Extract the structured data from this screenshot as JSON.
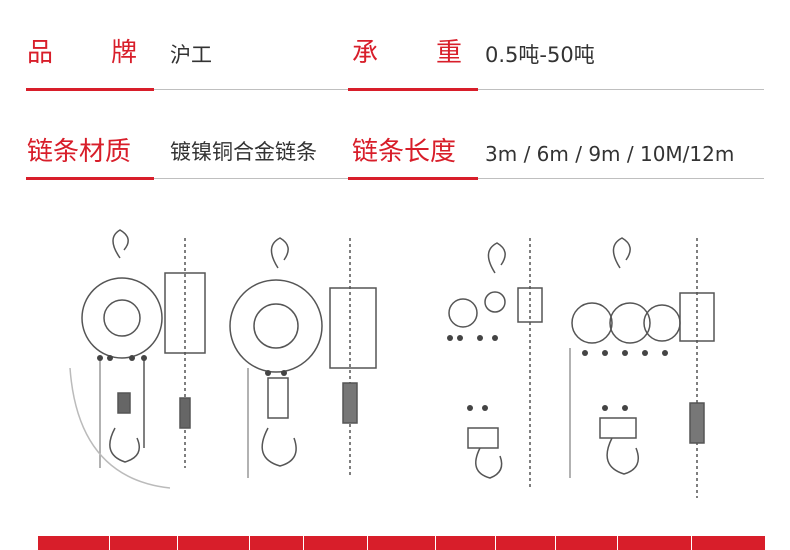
{
  "specs": [
    {
      "label": "品  牌",
      "value": "沪工"
    },
    {
      "label": "承  重",
      "value": "0.5吨-50吨"
    },
    {
      "label": "链条材质",
      "value": "镀镍铜合金链条"
    },
    {
      "label": "链条长度",
      "value": "3m / 6m / 9m / 10M/12m"
    }
  ],
  "colors": {
    "accent": "#d81e2a",
    "text": "#333333",
    "rule": "#bfbfbf",
    "drawing": "#444444"
  },
  "drawing": {
    "description_icon": "chain-hoist-technical-drawing"
  },
  "table": {
    "column_count": 11
  }
}
